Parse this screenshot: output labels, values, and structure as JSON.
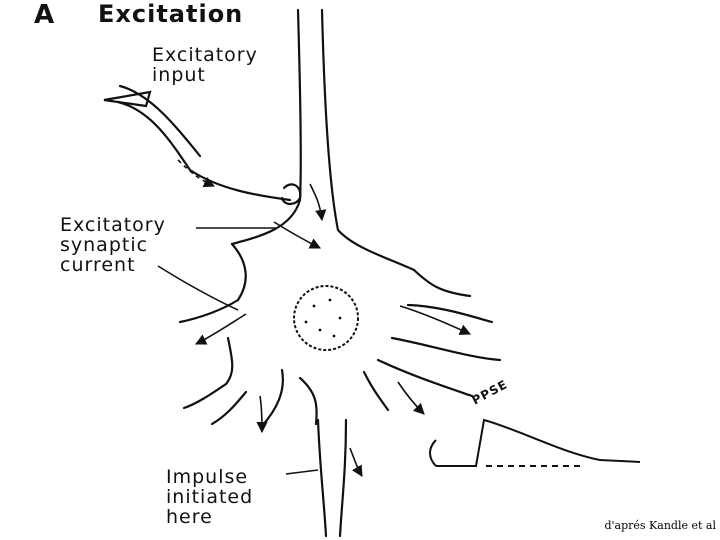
{
  "panel": {
    "letter": "A",
    "title": "Excitation"
  },
  "labels": {
    "input": [
      "Excitatory",
      "input"
    ],
    "current": [
      "Excitatory",
      "synaptic",
      "current"
    ],
    "impulse": [
      "Impulse",
      "initiated",
      "here"
    ],
    "epsp": "PPSE"
  },
  "credit": "d'aprés Kandle et al",
  "colors": {
    "ink": "#111111",
    "background": "#ffffff"
  }
}
